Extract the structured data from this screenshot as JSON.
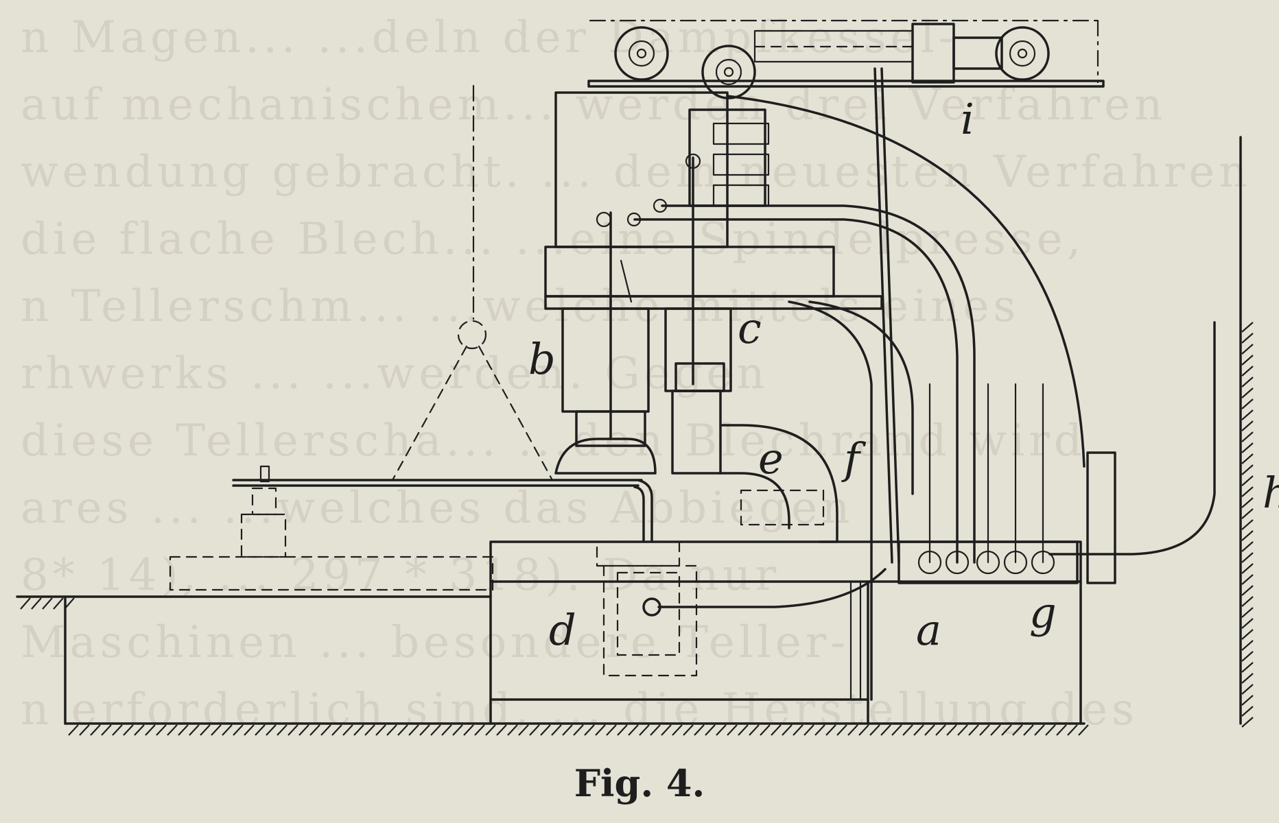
{
  "figure": {
    "caption": "Fig. 4.",
    "labels": {
      "a": "a",
      "b": "b",
      "c": "c",
      "d": "d",
      "e": "e",
      "f": "f",
      "g": "g",
      "h": "h",
      "i": "i"
    }
  },
  "background_text": {
    "lines": [
      "n Magen... ...deln der Dampfkessel-",
      "auf mechanischem... werden drei Verfahren",
      "wendung gebracht. ... dem neuesten Verfahren",
      "die flache Blech... ...eine Spindelpresse,",
      "n Tellerschm... ...welche mittels eines",
      "rhwerks ... ...werden. Gegen",
      "diese Tellerscha... ...den Blechrand wird",
      "ares ... ...welches das Abbiegen",
      "8* 14), ... 297 * 318). Da nur",
      "Maschinen ... besondere Teller-",
      "n erforderlich sind, ... die Herstellung des"
    ]
  },
  "colors": {
    "paper": "#e4e2d5",
    "ink": "#1e1e1e",
    "bleed": "#cfcbbd"
  }
}
